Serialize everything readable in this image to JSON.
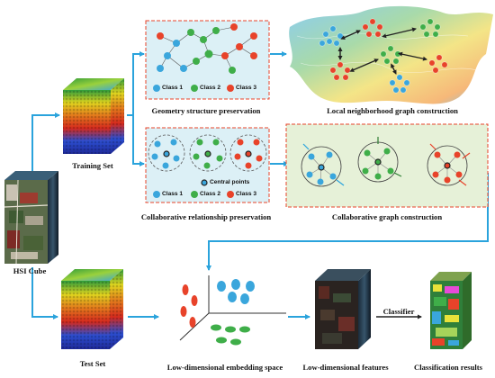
{
  "colors": {
    "class1": "#3aa6dc",
    "class2": "#3fae49",
    "class3": "#e8432a",
    "box_dashed": "#e8432a",
    "box_fill_blue": "#dcf0f6",
    "box_fill_green": "#e6f1d8",
    "arrow": "#2aa3dc",
    "background": "#ffffff"
  },
  "icons": {
    "hsi_cube": "hyperspectral-cube-icon",
    "training_cube": "training-cube-icon",
    "test_cube": "test-cube-icon",
    "feature_cube": "feature-cube-icon",
    "result_map": "classification-map-icon",
    "surface": "graph-surface-icon"
  },
  "labels": {
    "hsi_cube": "HSI Cube",
    "training_set": "Training Set",
    "test_set": "Test Set",
    "geometry": "Geometry structure preservation",
    "local_graph": "Local neighborhood graph construction",
    "collab_pres": "Collaborative relationship preservation",
    "collab_graph": "Collaborative graph construction",
    "embedding": "Low-dimensional embedding space",
    "features": "Low-dimensional features",
    "classifier": "Classifier",
    "results": "Classification results"
  },
  "legend_top": {
    "class1": "Class 1",
    "class2": "Class 2",
    "class3": "Class 3"
  },
  "legend_bottom": {
    "central": "Central points",
    "class1": "Class 1",
    "class2": "Class 2",
    "class3": "Class 3"
  }
}
